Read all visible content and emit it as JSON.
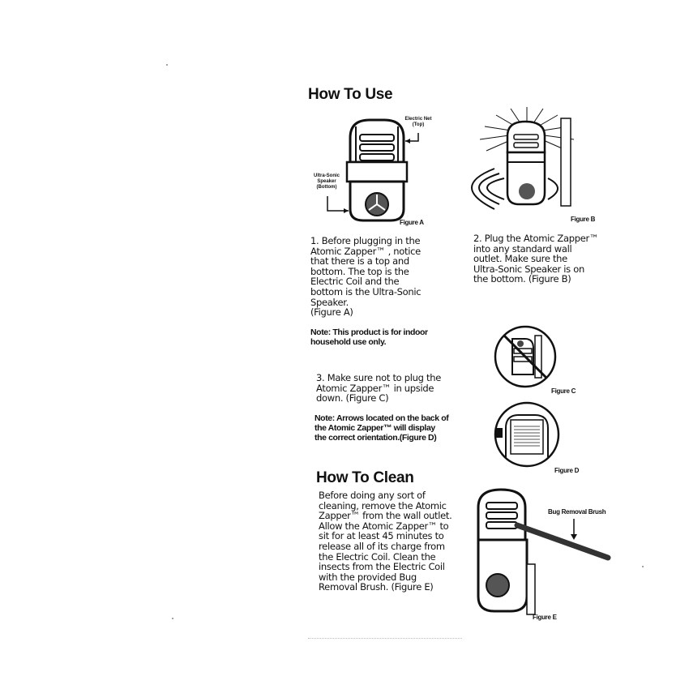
{
  "how_to_use": {
    "title": "How To Use",
    "figure_a": {
      "caption": "Figure A",
      "label_top": "Electric Net\n(Top)",
      "label_bottom": "Ultra-Sonic\nSpeaker\n(Bottom)"
    },
    "figure_b": {
      "caption": "Figure B"
    },
    "figure_c": {
      "caption": "Figure C"
    },
    "figure_d": {
      "caption": "Figure D"
    },
    "step1": "1. Before plugging in the\n    Atomic Zapper™ , notice\n    that there is a top and\n    bottom. The top is the\n    Electric Coil and the\n    bottom is the Ultra-Sonic\n    Speaker.\n    (Figure A)",
    "step2": "2. Plug the Atomic Zapper™\n    into any standard wall\n    outlet. Make sure the\n    Ultra-Sonic Speaker is on\n    the bottom. (Figure B)",
    "note1": "Note: This product is for indoor\n           household use only.",
    "step3": "3. Make sure not to plug the\n    Atomic Zapper™ in upside\n    down. (Figure C)",
    "note2": "Note: Arrows located on the back of\n           the Atomic Zapper™ will display\n           the correct orientation.(Figure D)"
  },
  "how_to_clean": {
    "title": "How To Clean",
    "text": "Before doing any sort of\ncleaning, remove the Atomic\nZapper™ from the wall outlet.\nAllow the Atomic Zapper™ to\nsit for at least 45 minutes to\nrelease all of its charge from\nthe Electric Coil. Clean the\ninsects from the Electric Coil\nwith the provided Bug\nRemoval Brush. (Figure E)",
    "figure_e": {
      "caption": "Figure E",
      "brush_label": "Bug Removal Brush"
    }
  }
}
